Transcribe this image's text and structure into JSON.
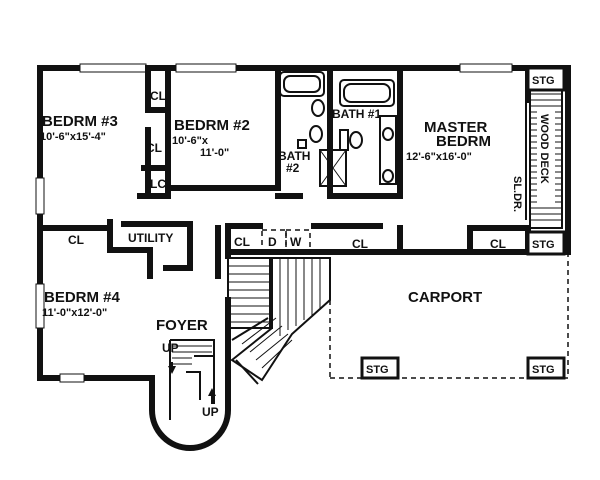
{
  "rooms": {
    "bedroom3": {
      "name": "BEDRM #3",
      "size": "10'-6\"x15'-4\""
    },
    "bedroom2": {
      "name": "BEDRM #2",
      "size_line1": "10'-6\"x",
      "size_line2": "11'-0\""
    },
    "bath1": {
      "name": "BATH #1"
    },
    "bath2": {
      "name_line1": "BATH",
      "name_line2": "#2"
    },
    "master": {
      "name_line1": "MASTER",
      "name_line2": "BEDRM",
      "size": "12'-6\"x16'-0\""
    },
    "bedroom4": {
      "name": "BEDRM #4",
      "size": "11'-0\"x12'-0\""
    },
    "foyer": {
      "name": "FOYER"
    },
    "carport": {
      "name": "CARPORT"
    },
    "utility": {
      "name": "UTILITY"
    }
  },
  "closets": {
    "cl": "CL",
    "lc": "LC",
    "dryer": "D",
    "washer": "W"
  },
  "storage": {
    "label": "STG"
  },
  "deck": {
    "label": "WOOD DECK",
    "door": "SL.DR."
  },
  "stairs": {
    "up": "UP"
  }
}
